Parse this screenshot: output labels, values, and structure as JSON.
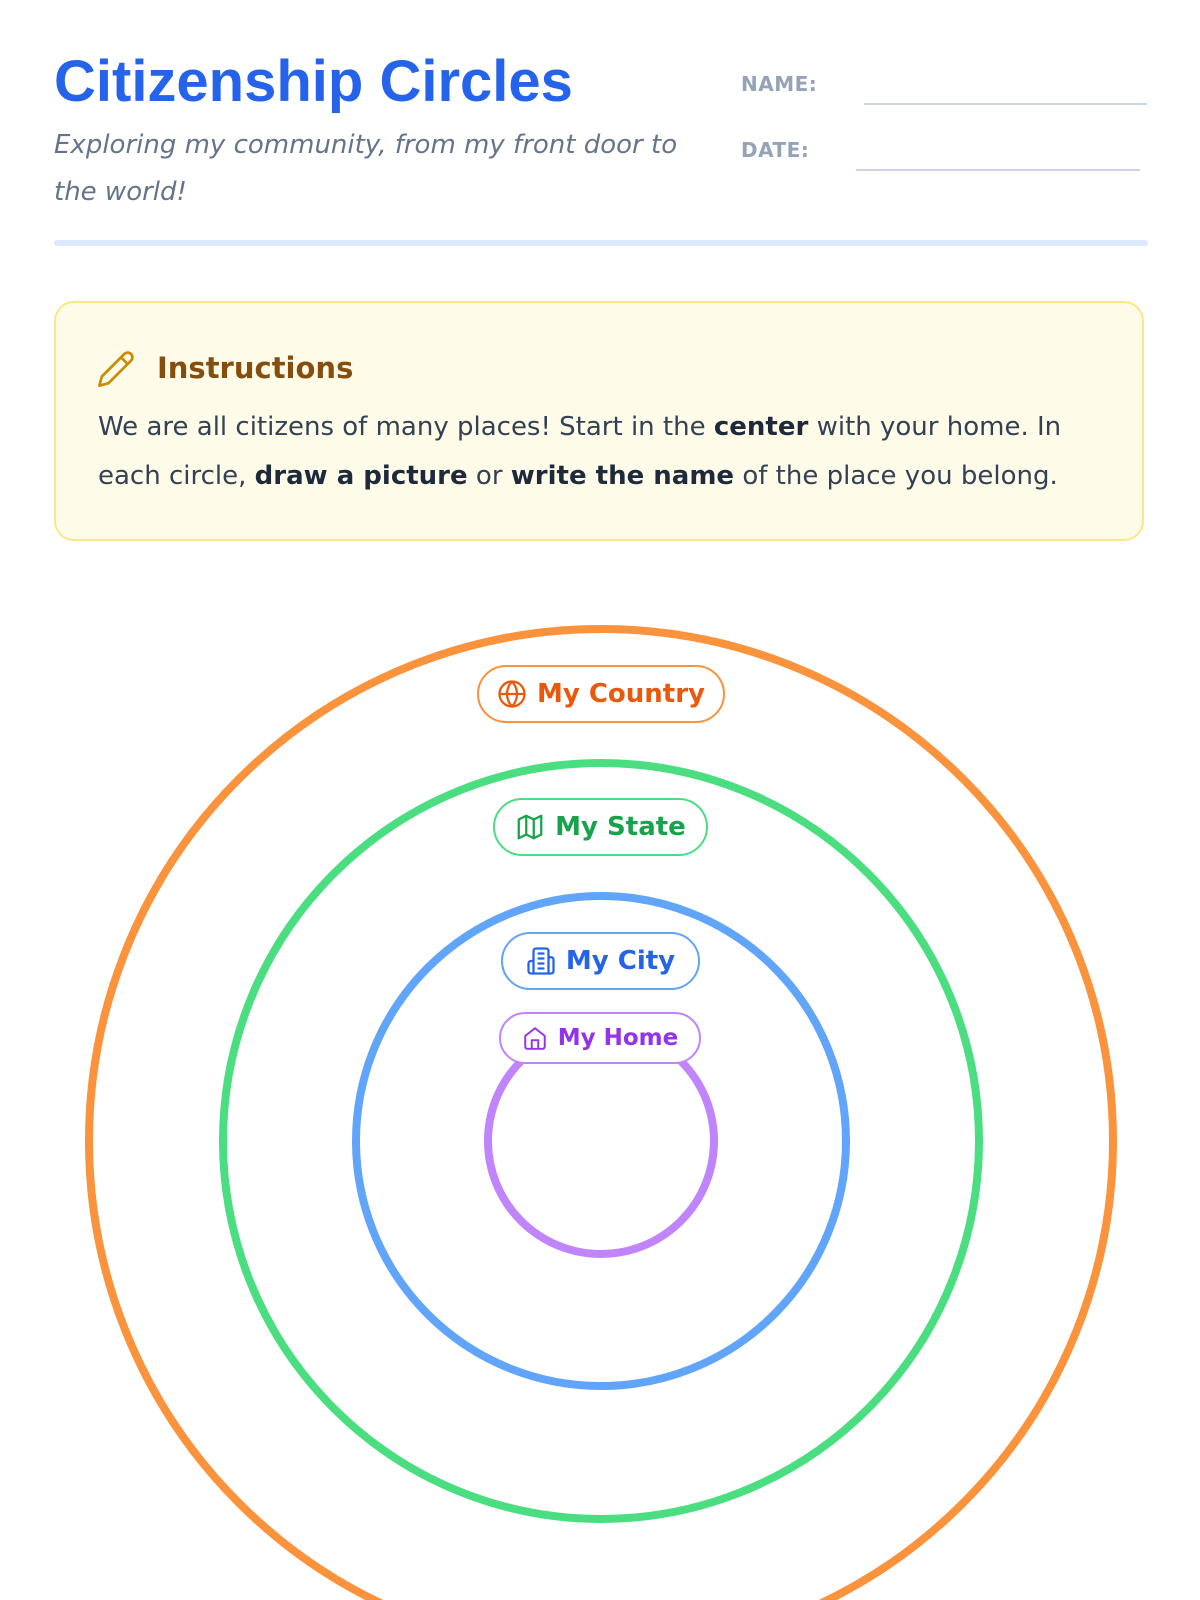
{
  "header": {
    "title": "Citizenship Circles",
    "subtitle": "Exploring my community, from my front door to the world!",
    "name_label": "NAME:",
    "date_label": "DATE:"
  },
  "instructions": {
    "icon": "pencil-icon",
    "title": "Instructions",
    "text": {
      "part1": "We are all citizens of many places! Start in the ",
      "bold1": "center",
      "part2": " with your home. In each circle, ",
      "bold2": "draw a picture",
      "part3": " or ",
      "bold3": "write the name",
      "part4": " of the place you belong."
    }
  },
  "circles": [
    {
      "label": "My Country",
      "icon": "globe-icon",
      "color": "#fb923c",
      "text_color": "#ea580c"
    },
    {
      "label": "My State",
      "icon": "map-icon",
      "color": "#4ade80",
      "text_color": "#16a34a"
    },
    {
      "label": "My City",
      "icon": "building-icon",
      "color": "#60a5fa",
      "text_color": "#2563eb"
    },
    {
      "label": "My Home",
      "icon": "house-icon",
      "color": "#c084fc",
      "text_color": "#9333ea"
    }
  ],
  "colors": {
    "title": "#2563eb",
    "subtitle": "#64748b",
    "instructions_bg": "#fefce8",
    "instructions_border": "#fde68a",
    "instructions_title": "#854d0e"
  }
}
